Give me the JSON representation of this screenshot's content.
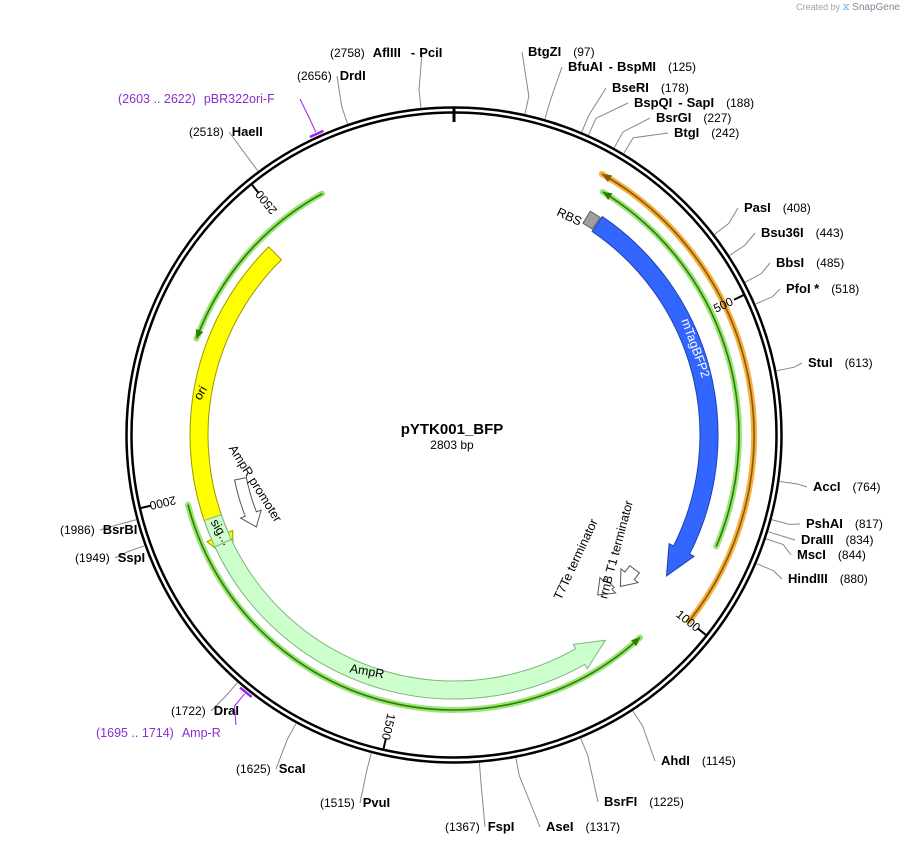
{
  "credit": {
    "prefix": "Created by",
    "brand": "SnapGene",
    "logo_icon": "snapgene-logo-icon"
  },
  "plasmid": {
    "name": "pYTK001_BFP",
    "length_label": "2803 bp",
    "length": 2803
  },
  "ticks": [
    {
      "pos": 500,
      "label": "500"
    },
    {
      "pos": 1000,
      "label": "1000"
    },
    {
      "pos": 1500,
      "label": "1500"
    },
    {
      "pos": 2000,
      "label": "2000"
    },
    {
      "pos": 2500,
      "label": "2500"
    }
  ],
  "features": [
    {
      "id": "ori",
      "label": "ori",
      "start": 1868,
      "end": 2456,
      "dir": -1,
      "color": "#ffff00",
      "stroke": "#9a9a00",
      "text_color": "#000000"
    },
    {
      "id": "mtagbfp2",
      "label": "mTagBFP2",
      "start": 266,
      "end": 962,
      "dir": 1,
      "color": "#3366ff",
      "stroke": "#1f3fb0",
      "text_color": "#ffffff"
    },
    {
      "id": "ampr",
      "label": "AmpR",
      "start": 1118,
      "end": 1907,
      "dir": -1,
      "color": "#ccffcc",
      "stroke": "#7fb57f",
      "text_color": "#000000"
    },
    {
      "id": "rbs",
      "label": "RBS",
      "start": 244,
      "end": 264,
      "dir": 0,
      "color": "#a0a0a0",
      "stroke": "#606060",
      "text_color": "#000000"
    },
    {
      "id": "rrnb",
      "label": "rrnB T1 terminator",
      "start": 986,
      "end": 1030,
      "dir": 1,
      "color": "#ffffff",
      "stroke": "#555555",
      "text_color": "#000000"
    },
    {
      "id": "t7te",
      "label": "T7Te terminator",
      "start": 1040,
      "end": 1075,
      "dir": 1,
      "color": "#ffffff",
      "stroke": "#555555",
      "text_color": "#000000"
    },
    {
      "id": "ampr-promoter",
      "label": "AmpR promoter",
      "start": 1908,
      "end": 2012,
      "dir": -1,
      "color": "#ffffff",
      "stroke": "#555555",
      "text_color": "#000000"
    },
    {
      "id": "sig",
      "label": "sig…",
      "start": 1907,
      "end": 1955,
      "dir": -1,
      "color": "#ccffcc",
      "stroke": "#7fb57f",
      "text_color": "#000000"
    }
  ],
  "arcs": [
    {
      "id": "orange-region",
      "start": 230,
      "end": 1000,
      "radius": 300,
      "dir": -1,
      "color": "#f5b041",
      "inner": "#8a5a00"
    },
    {
      "id": "green-region-1",
      "start": 245,
      "end": 880,
      "radius": 285,
      "dir": -1,
      "color": "#9be47a",
      "inner": "#2e7d00"
    },
    {
      "id": "green-region-2",
      "start": 1070,
      "end": 1988,
      "radius": 275,
      "dir": -1,
      "color": "#9be47a",
      "inner": "#2e7d00"
    },
    {
      "id": "green-region-3",
      "start": 2262,
      "end": 2580,
      "radius": 275,
      "dir": -1,
      "color": "#9be47a",
      "inner": "#2e7d00"
    }
  ],
  "primers": [
    {
      "id": "pbr322ori-f",
      "range": "(2603 .. 2622)",
      "name": "pBR322ori-F",
      "pos": 2612
    },
    {
      "id": "amp-r",
      "range": "(1695 .. 1714)",
      "name": "Amp-R",
      "pos": 1705
    }
  ],
  "sites": [
    {
      "name": "AflIII",
      "extra": "PciI",
      "pos": "2758",
      "at": 2758
    },
    {
      "name": "DrdI",
      "pos": "2656",
      "at": 2656
    },
    {
      "name": "HaeII",
      "pos": "2518",
      "at": 2518
    },
    {
      "name": "BtgZI",
      "pos": "97",
      "at": 97
    },
    {
      "name": "BfuAI",
      "extra": "BspMI",
      "pos": "125",
      "at": 125
    },
    {
      "name": "BseRI",
      "pos": "178",
      "at": 178
    },
    {
      "name": "BspQI",
      "extra": "SapI",
      "pos": "188",
      "at": 188
    },
    {
      "name": "BsrGI",
      "pos": "227",
      "at": 227
    },
    {
      "name": "BtgI",
      "pos": "242",
      "at": 242
    },
    {
      "name": "PasI",
      "pos": "408",
      "at": 408
    },
    {
      "name": "Bsu36I",
      "pos": "443",
      "at": 443
    },
    {
      "name": "BbsI",
      "pos": "485",
      "at": 485
    },
    {
      "name": "PfoI *",
      "pos": "518",
      "at": 518
    },
    {
      "name": "StuI",
      "pos": "613",
      "at": 613
    },
    {
      "name": "AccI",
      "pos": "764",
      "at": 764
    },
    {
      "name": "PshAI",
      "pos": "817",
      "at": 817
    },
    {
      "name": "DraIII",
      "pos": "834",
      "at": 834
    },
    {
      "name": "MscI",
      "pos": "844",
      "at": 844
    },
    {
      "name": "HindIII",
      "pos": "880",
      "at": 880
    },
    {
      "name": "AhdI",
      "pos": "1145",
      "at": 1145
    },
    {
      "name": "BsrFI",
      "pos": "1225",
      "at": 1225
    },
    {
      "name": "AseI",
      "pos": "1317",
      "at": 1317
    },
    {
      "name": "FspI",
      "pos": "1367",
      "at": 1367
    },
    {
      "name": "PvuI",
      "pos": "1515",
      "at": 1515
    },
    {
      "name": "ScaI",
      "pos": "1625",
      "at": 1625
    },
    {
      "name": "DraI",
      "pos": "1722",
      "at": 1722
    },
    {
      "name": "SspI",
      "pos": "1949",
      "at": 1949
    },
    {
      "name": "BsrBI",
      "pos": "1986",
      "at": 1986
    }
  ]
}
